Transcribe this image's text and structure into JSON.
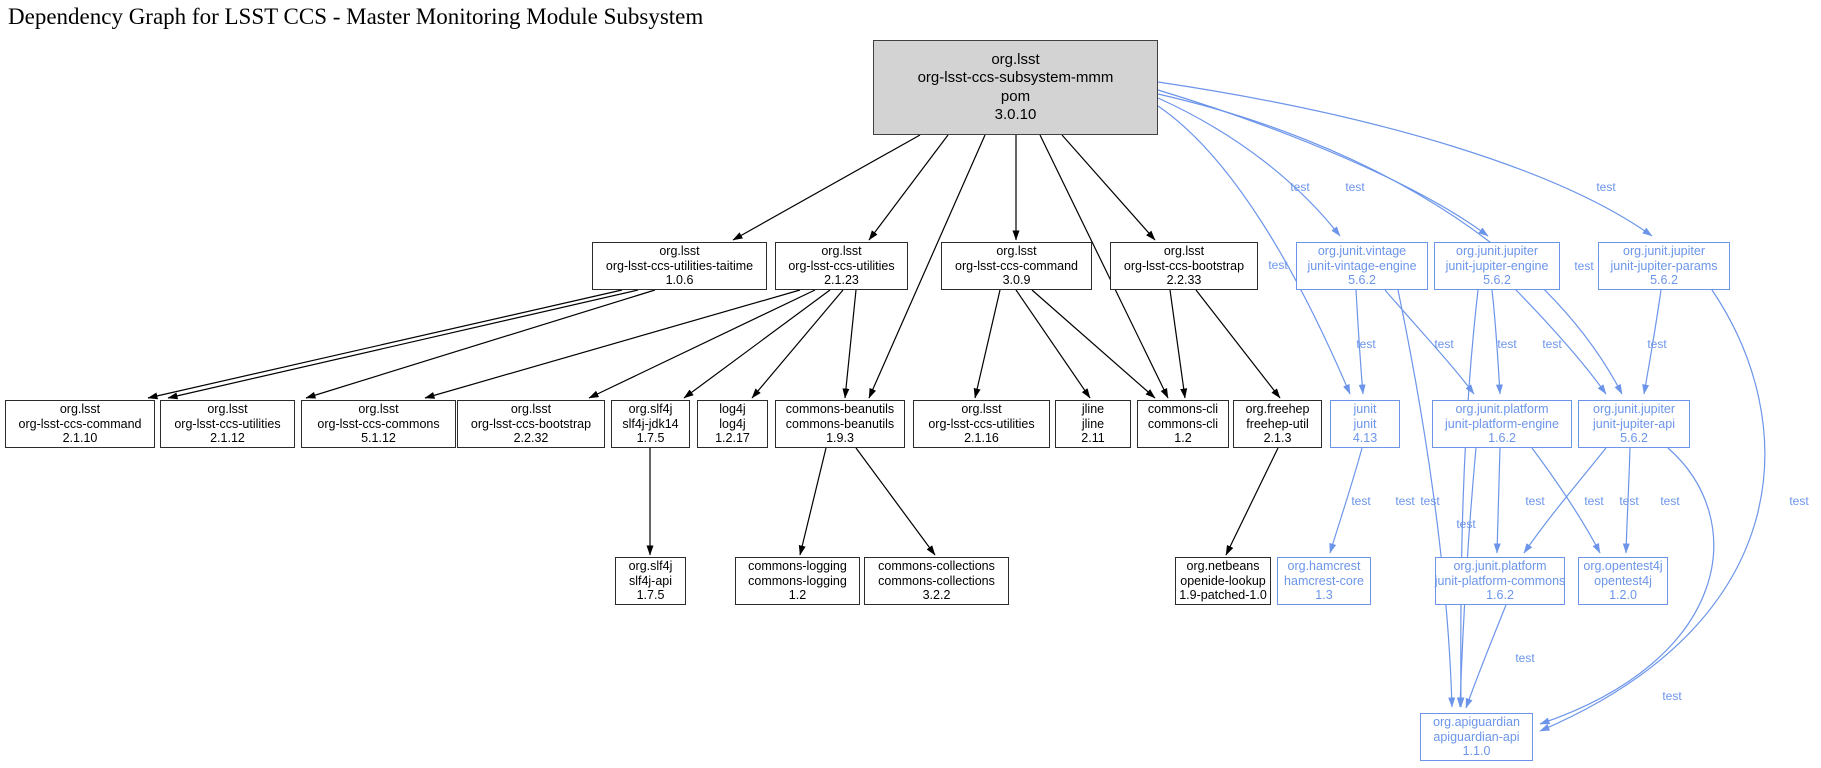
{
  "title": "Dependency Graph for LSST CCS - Master Monitoring Module Subsystem",
  "colors": {
    "test_accent": "#6c95ea",
    "root_fill": "#d3d3d3",
    "node_fill": "#ffffff",
    "edge_black": "#000000"
  },
  "nodes": [
    {
      "id": "root",
      "style": "root",
      "lines": [
        "org.lsst",
        "org-lsst-ccs-subsystem-mmm",
        "pom",
        "3.0.10"
      ]
    },
    {
      "id": "taitime",
      "style": "normal",
      "lines": [
        "org.lsst",
        "org-lsst-ccs-utilities-taitime",
        "1.0.6"
      ]
    },
    {
      "id": "utilities223",
      "style": "normal",
      "lines": [
        "org.lsst",
        "org-lsst-ccs-utilities",
        "2.1.23"
      ]
    },
    {
      "id": "command309",
      "style": "normal",
      "lines": [
        "org.lsst",
        "org-lsst-ccs-command",
        "3.0.9"
      ]
    },
    {
      "id": "bootstrap2233",
      "style": "normal",
      "lines": [
        "org.lsst",
        "org-lsst-ccs-bootstrap",
        "2.2.33"
      ]
    },
    {
      "id": "vintage",
      "style": "test",
      "lines": [
        "org.junit.vintage",
        "junit-vintage-engine",
        "5.6.2"
      ]
    },
    {
      "id": "jupiterEngine",
      "style": "test",
      "lines": [
        "org.junit.jupiter",
        "junit-jupiter-engine",
        "5.6.2"
      ]
    },
    {
      "id": "jupiterParams",
      "style": "test",
      "lines": [
        "org.junit.jupiter",
        "junit-jupiter-params",
        "5.6.2"
      ]
    },
    {
      "id": "command2110",
      "style": "normal",
      "lines": [
        "org.lsst",
        "org-lsst-ccs-command",
        "2.1.10"
      ]
    },
    {
      "id": "utilities2112",
      "style": "normal",
      "lines": [
        "org.lsst",
        "org-lsst-ccs-utilities",
        "2.1.12"
      ]
    },
    {
      "id": "commons5112",
      "style": "normal",
      "lines": [
        "org.lsst",
        "org-lsst-ccs-commons",
        "5.1.12"
      ]
    },
    {
      "id": "bootstrap2232",
      "style": "normal",
      "lines": [
        "org.lsst",
        "org-lsst-ccs-bootstrap",
        "2.2.32"
      ]
    },
    {
      "id": "slf4jjdk14",
      "style": "normal",
      "lines": [
        "org.slf4j",
        "slf4j-jdk14",
        "1.7.5"
      ]
    },
    {
      "id": "log4j",
      "style": "normal",
      "lines": [
        "log4j",
        "log4j",
        "1.2.17"
      ]
    },
    {
      "id": "beanutils",
      "style": "normal",
      "lines": [
        "commons-beanutils",
        "commons-beanutils",
        "1.9.3"
      ]
    },
    {
      "id": "utilities2116",
      "style": "normal",
      "lines": [
        "org.lsst",
        "org-lsst-ccs-utilities",
        "2.1.16"
      ]
    },
    {
      "id": "jline",
      "style": "normal",
      "lines": [
        "jline",
        "jline",
        "2.11"
      ]
    },
    {
      "id": "commonscli",
      "style": "normal",
      "lines": [
        "commons-cli",
        "commons-cli",
        "1.2"
      ]
    },
    {
      "id": "freehep",
      "style": "normal",
      "lines": [
        "org.freehep",
        "freehep-util",
        "2.1.3"
      ]
    },
    {
      "id": "junit413",
      "style": "test",
      "lines": [
        "junit",
        "junit",
        "4.13"
      ]
    },
    {
      "id": "platformEngine",
      "style": "test",
      "lines": [
        "org.junit.platform",
        "junit-platform-engine",
        "1.6.2"
      ]
    },
    {
      "id": "jupiterApi",
      "style": "test",
      "lines": [
        "org.junit.jupiter",
        "junit-jupiter-api",
        "5.6.2"
      ]
    },
    {
      "id": "slf4japi",
      "style": "normal",
      "lines": [
        "org.slf4j",
        "slf4j-api",
        "1.7.5"
      ]
    },
    {
      "id": "commonslogging",
      "style": "normal",
      "lines": [
        "commons-logging",
        "commons-logging",
        "1.2"
      ]
    },
    {
      "id": "commonscollections",
      "style": "normal",
      "lines": [
        "commons-collections",
        "commons-collections",
        "3.2.2"
      ]
    },
    {
      "id": "openide",
      "style": "normal",
      "lines": [
        "org.netbeans",
        "openide-lookup",
        "1.9-patched-1.0"
      ]
    },
    {
      "id": "hamcrest",
      "style": "test",
      "lines": [
        "org.hamcrest",
        "hamcrest-core",
        "1.3"
      ]
    },
    {
      "id": "platformCommons",
      "style": "test",
      "lines": [
        "org.junit.platform",
        "junit-platform-commons",
        "1.6.2"
      ]
    },
    {
      "id": "opentest4j",
      "style": "test",
      "lines": [
        "org.opentest4j",
        "opentest4j",
        "1.2.0"
      ]
    },
    {
      "id": "apiguardian",
      "style": "test",
      "lines": [
        "org.apiguardian",
        "apiguardian-api",
        "1.1.0"
      ]
    }
  ],
  "edges": [
    {
      "from": "root",
      "to": "taitime",
      "scope": ""
    },
    {
      "from": "root",
      "to": "utilities223",
      "scope": ""
    },
    {
      "from": "root",
      "to": "command309",
      "scope": ""
    },
    {
      "from": "root",
      "to": "bootstrap2233",
      "scope": ""
    },
    {
      "from": "root",
      "to": "beanutils",
      "scope": ""
    },
    {
      "from": "root",
      "to": "commonscli",
      "scope": ""
    },
    {
      "from": "taitime",
      "to": "command2110",
      "scope": ""
    },
    {
      "from": "taitime",
      "to": "utilities2112",
      "scope": ""
    },
    {
      "from": "taitime",
      "to": "commons5112",
      "scope": ""
    },
    {
      "from": "utilities223",
      "to": "commons5112",
      "scope": ""
    },
    {
      "from": "utilities223",
      "to": "bootstrap2232",
      "scope": ""
    },
    {
      "from": "utilities223",
      "to": "slf4jjdk14",
      "scope": ""
    },
    {
      "from": "utilities223",
      "to": "log4j",
      "scope": ""
    },
    {
      "from": "utilities223",
      "to": "beanutils",
      "scope": ""
    },
    {
      "from": "command309",
      "to": "utilities2116",
      "scope": ""
    },
    {
      "from": "command309",
      "to": "jline",
      "scope": ""
    },
    {
      "from": "command309",
      "to": "commonscli",
      "scope": ""
    },
    {
      "from": "bootstrap2233",
      "to": "commonscli",
      "scope": ""
    },
    {
      "from": "bootstrap2233",
      "to": "freehep",
      "scope": ""
    },
    {
      "from": "slf4jjdk14",
      "to": "slf4japi",
      "scope": ""
    },
    {
      "from": "beanutils",
      "to": "commonslogging",
      "scope": ""
    },
    {
      "from": "beanutils",
      "to": "commonscollections",
      "scope": ""
    },
    {
      "from": "freehep",
      "to": "openide",
      "scope": ""
    },
    {
      "from": "root",
      "to": "vintage",
      "scope": "test"
    },
    {
      "from": "root",
      "to": "jupiterEngine",
      "scope": "test"
    },
    {
      "from": "root",
      "to": "jupiterParams",
      "scope": "test"
    },
    {
      "from": "root",
      "to": "junit413",
      "scope": "test"
    },
    {
      "from": "root",
      "to": "jupiterApi",
      "scope": "test"
    },
    {
      "from": "vintage",
      "to": "junit413",
      "scope": "test"
    },
    {
      "from": "vintage",
      "to": "platformEngine",
      "scope": "test"
    },
    {
      "from": "vintage",
      "to": "apiguardian",
      "scope": "test"
    },
    {
      "from": "jupiterEngine",
      "to": "platformEngine",
      "scope": "test"
    },
    {
      "from": "jupiterEngine",
      "to": "jupiterApi",
      "scope": "test"
    },
    {
      "from": "jupiterEngine",
      "to": "apiguardian",
      "scope": "test"
    },
    {
      "from": "jupiterParams",
      "to": "jupiterApi",
      "scope": "test"
    },
    {
      "from": "jupiterParams",
      "to": "apiguardian",
      "scope": "test"
    },
    {
      "from": "junit413",
      "to": "hamcrest",
      "scope": "test"
    },
    {
      "from": "platformEngine",
      "to": "platformCommons",
      "scope": "test"
    },
    {
      "from": "platformEngine",
      "to": "opentest4j",
      "scope": "test"
    },
    {
      "from": "platformEngine",
      "to": "apiguardian",
      "scope": "test"
    },
    {
      "from": "jupiterApi",
      "to": "platformCommons",
      "scope": "test"
    },
    {
      "from": "jupiterApi",
      "to": "opentest4j",
      "scope": "test"
    },
    {
      "from": "jupiterApi",
      "to": "apiguardian",
      "scope": "test"
    },
    {
      "from": "platformCommons",
      "to": "apiguardian",
      "scope": "test"
    }
  ]
}
